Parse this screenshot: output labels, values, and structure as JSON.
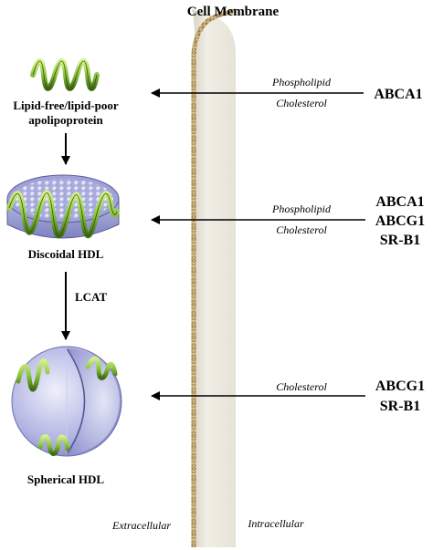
{
  "title": "Cell Membrane",
  "left_column": {
    "apolipoprotein_label_line1": "Lipid-free/lipid-poor",
    "apolipoprotein_label_line2": "apolipoprotein",
    "discoidal_label": "Discoidal HDL",
    "lcat_label": "LCAT",
    "spherical_label": "Spherical HDL"
  },
  "flows": [
    {
      "lipids": [
        "Phospholipid",
        "Cholesterol"
      ],
      "transporters": [
        "ABCA1"
      ]
    },
    {
      "lipids": [
        "Phospholipid",
        "Cholesterol"
      ],
      "transporters": [
        "ABCA1",
        "ABCG1",
        "SR-B1"
      ]
    },
    {
      "lipids": [
        "Cholesterol"
      ],
      "transporters": [
        "ABCG1",
        "SR-B1"
      ]
    }
  ],
  "regions": {
    "extracellular": "Extracellular",
    "intracellular": "Intracellular"
  },
  "colors": {
    "helix_green": "#8cc63f",
    "helix_dark": "#3f6b12",
    "particle_blue": "#9ea2d6",
    "membrane_fill": "#ebe8df",
    "membrane_edge": "#c9b383"
  }
}
